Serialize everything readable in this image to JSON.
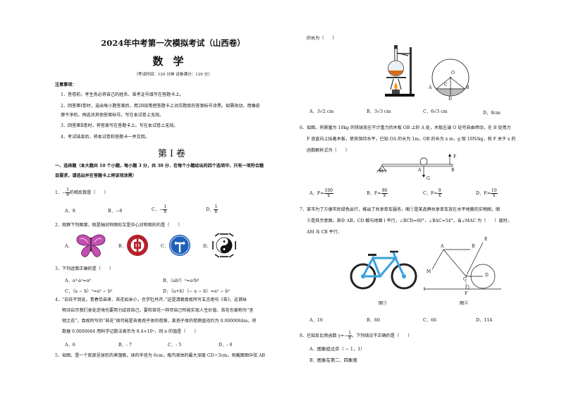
{
  "header": {
    "title": "2024年中考第一次模拟考试（山西卷）",
    "subject": "数学",
    "info": "（考试时间：120 分钟   试卷满分：120 分）"
  },
  "notes": {
    "heading": "注意事项：",
    "items": [
      "1．答卷前，考生务必将自己的姓名、准考证号填写在答题卡上。",
      "2．回答第Ⅰ卷时，选出每小题答案后，用2B铅笔把答题卡上对应题目的答案标号涂黑。如需改动，用橡皮",
      "擦干净后，再选涂其他答案标号。写在本试卷上无效。",
      "3．回答第Ⅱ卷时，将答案写在答题卡上。写在本试卷上无效。",
      "4．考试结束后，将本试卷和答题卡一并交回。"
    ]
  },
  "volume": "第Ⅰ卷",
  "section": {
    "line1": "一、选择题（本大题共 10 个小题，每小题 3 分，共 30 分．在每个小题给出的四个选项中，只有一项符合题",
    "line2": "目要求，请选出并在答题卡上将该项涂黑）"
  },
  "q1": {
    "num": "1．",
    "frac_num": "1",
    "frac_den": "8",
    "sign": "−",
    "text": "的相反数是（　　）",
    "A": "A．8",
    "B": "B．−8",
    "C_label": "C．",
    "D_label": "D．"
  },
  "q2": {
    "text": "2．观察下列图案，既是轴对称图形又是中心对称图形的是（　　）",
    "A": "A．",
    "B": "B．",
    "C": "C．",
    "D": "D．"
  },
  "q3": {
    "text": "3．下列运算正确的是（　　）",
    "A": "A．a⁴·a²=a⁶",
    "B": "B．（ab³）²=a²b⁶",
    "C": "C．（a − b）²=a² − b²",
    "D": "D．（a+b）（− a − b）=a² − b²"
  },
  "q4": {
    "lines": [
      "4．“白日不到处，青春恰自来．苔花如米小，也学牡丹开．”这是清朝袁枚所写五言绝句《苔》，这首咏",
      "物诗启示我们身处逆境也要努力绽放自己，要和苔花一样尽自己所能实现人生价值．苔花也被称为“坚",
      "韧之花”，袁枚所写的“苔花”很可能是苔类孢子体的苞蒴，某孢子体的苞蒴直径约为 0.0000084m，将",
      "数据 0.0000084 用科学记数法表示为 8.4×10ⁿ，则 n 的值是（　　）"
    ],
    "A": "A．6",
    "B": "B．- 7",
    "C": "C．- 5",
    "D": "D．- 6"
  },
  "q5": {
    "line1": "5．如图，是一个底部呈球形的蒸馏瓶，球的半径为 6cm，瓶内液体的最大深度 CD＝3cm，则截面图中弦 AB",
    "cont": "的长为（　　）",
    "A": "A．3√2 cm",
    "B": "B．3√3 cm",
    "C": "C．6√3 cm",
    "D": "D．8cm",
    "labels": {
      "O": "O",
      "A": "A",
      "B": "B",
      "C": "C",
      "D": "D"
    }
  },
  "q6": {
    "lines": [
      "6．如图，将质量为 10kg 的铁球放在不计重力的木板 OB 上的 A 处，木板左端 O 处可自由转动，在 B 处用力",
      "F 竖直向上抬着木板，使其保持水平，已知 OA 的长为 1m，OB 的长为 x m，g 取 10N/kg，则 F 关于 x 的",
      "函数解析式为（　　）"
    ],
    "labels": {
      "O": "O",
      "A": "A",
      "B": "B",
      "F": "F",
      "G": "G"
    },
    "A_label": "A．F=",
    "A_num": "100",
    "B_label": "B．F=",
    "B_num": "90",
    "C_label": "C．F=",
    "C_num": "9",
    "D_label": "D．F=",
    "D_num": "10",
    "den": "x"
  },
  "q7": {
    "lines": [
      "7．某市为了方便市民绿色出行，推出了共享单车服务，图①是某品牌共享单车放在水平地面的实物图，图",
      "②是其示意图，其中 AB，CD 都与地面 l 平行，∠BCD=60°，∠BAC=54°，当∠MAC 为（　　）度时，",
      "AM 与 CB 平行．"
    ],
    "fig1": "图①",
    "fig2": "图②",
    "labels": {
      "A": "A",
      "B": "B",
      "C": "C",
      "D": "D",
      "E": "E",
      "F": "F",
      "M": "M",
      "l": "l"
    },
    "A": "A．16",
    "B": "B．60",
    "C": "C．66",
    "D": "D．114"
  },
  "q8": {
    "pre": "8．已知反比例函数 y=−",
    "num": "1",
    "den": "x",
    "post": "，下列结论不正确的是（　　）",
    "A": "A．图象经过点（ − 1，1）",
    "B": "B．图象在第二、四象限"
  }
}
